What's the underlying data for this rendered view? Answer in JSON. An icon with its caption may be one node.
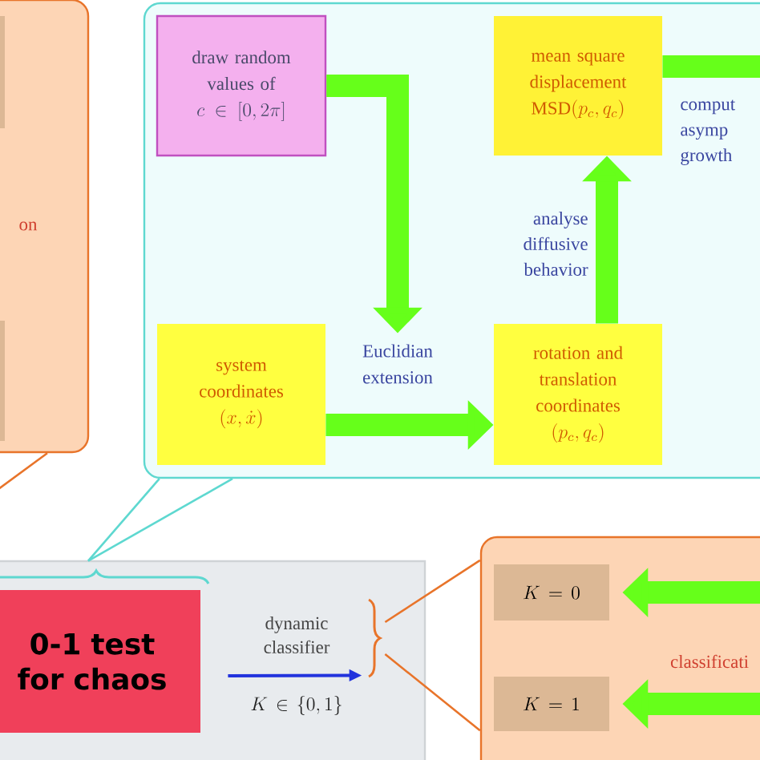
{
  "diagram": {
    "nodes": [
      {
        "text": [
          "on"
        ]
      },
      {
        "text": [],
        "shape": "box"
      },
      {
        "text": [
          "draw random values of",
          "c \\in [0,2\\pi]"
        ],
        "in": 1
      },
      {
        "text": [
          "mean square displacement",
          "\\mathrm{MSD}(p_c,q_c)"
        ],
        "in": 1
      },
      {
        "text": [
          "system coordinates",
          "(x,\\dot{x})"
        ],
        "in": 1
      },
      {
        "text": [
          "Euclidian extension"
        ],
        "in": 1
      },
      {
        "text": [
          "rotation and translation coordinates",
          "(p_c,q_c)"
        ],
        "in": 1
      },
      {
        "text": [],
        "shape": "brace",
        "in": 8
      },
      {
        "text": [],
        "shape": "box"
      },
      {
        "text": [
          "0-1 test for chaos"
        ],
        "in": 8
      },
      {
        "text": [],
        "shape": "brace",
        "in": 8
      },
      {
        "text": [
          "classificati"
        ]
      },
      {
        "text": [
          "K=0"
        ],
        "in": 11
      },
      {
        "text": [
          "K=1"
        ],
        "in": 11
      }
    ],
    "edges": [
      {
        "from": 2,
        "to": 5,
        "arrow": "to",
        "style": "thick",
        "color": "#66ff1a"
      },
      {
        "from": 4,
        "to": 6,
        "arrow": "to",
        "style": "thick",
        "color": "#66ff1a"
      },
      {
        "from": 6,
        "to": 3,
        "arrow": "to",
        "style": "thick",
        "color": "#66ff1a",
        "label": "analyse diffusive behavior"
      },
      {
        "from": 3,
        "to": null,
        "arrow": "none",
        "style": "thick",
        "color": "#66ff1a",
        "label": "comput asymp growth"
      },
      {
        "from": 1,
        "to": 7,
        "arrow": "none",
        "color": "#5ed8d0"
      },
      {
        "from": 1,
        "to": 7,
        "arrow": "none",
        "color": "#5ed8d0"
      },
      {
        "from": 9,
        "to": 10,
        "arrow": "to",
        "color": "#2233dd",
        "label": "K \\in \\{0,1\\}"
      },
      {
        "from": 10,
        "to": 11,
        "arrow": "none",
        "color": "#e8742a"
      },
      {
        "from": 10,
        "to": 11,
        "arrow": "none",
        "color": "#e8742a"
      },
      {
        "from": null,
        "to": 12,
        "arrow": "to",
        "style": "thick",
        "color": "#66ff1a"
      },
      {
        "from": null,
        "to": 13,
        "arrow": "to",
        "style": "thick",
        "color": "#66ff1a"
      },
      {
        "from": 0,
        "to": null,
        "arrow": "none",
        "color": "#e8742a"
      }
    ],
    "labels": [
      "dynamic classifier"
    ]
  }
}
